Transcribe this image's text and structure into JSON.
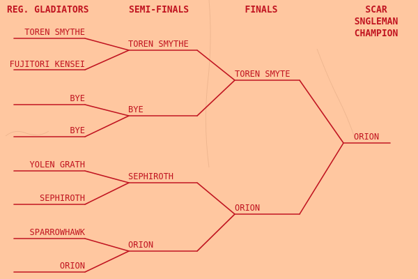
{
  "headers": {
    "round1": "Reg. Gladiators",
    "round2": "Semi-Finals",
    "round3": "Finals",
    "champion_line1": "Scar",
    "champion_line2": "Sngleman",
    "champion_line3": "Champion"
  },
  "round1": [
    "Toren Smythe",
    "Fujitori Kensei",
    "Bye",
    "Bye",
    "Yolen Grath",
    "Sephiroth",
    "Sparrowhawk",
    "Orion"
  ],
  "semifinals": [
    "Toren Smythe",
    "Bye",
    "Sephiroth",
    "Orion"
  ],
  "finals": [
    "Toren Smyte",
    "Orion"
  ],
  "champion": "Orion",
  "colors": {
    "background": "#FFC7A0",
    "ink": "#C01420"
  }
}
